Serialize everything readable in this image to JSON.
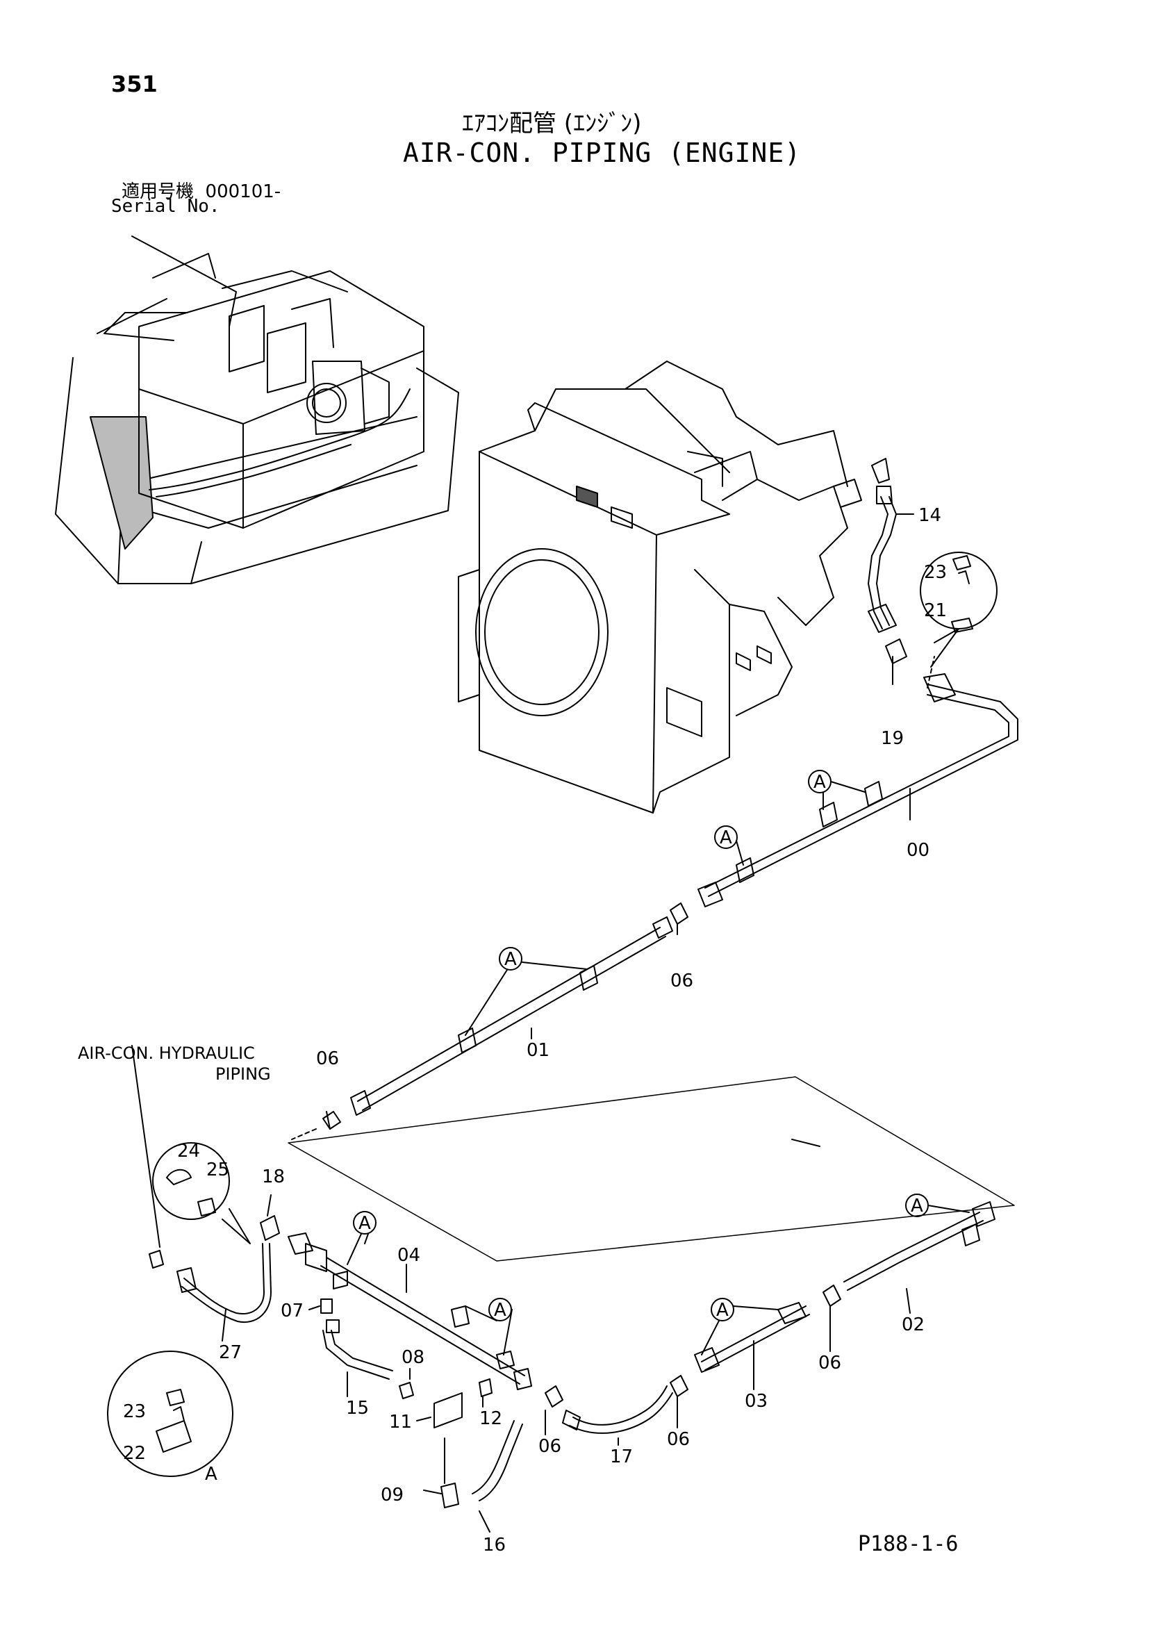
{
  "header": {
    "page_number": "351",
    "title_ja": "ｴｱｺﾝ配管 (ｴﾝｼﾞﾝ)",
    "title_en": "AIR-CON. PIPING (ENGINE)",
    "serial_label_ja": "適用号機",
    "serial_value": "000101-",
    "serial_label_en": "Serial No."
  },
  "reference": {
    "line1": "AIR-CON. HYDRAULIC",
    "line2": "PIPING"
  },
  "detail_marker": "A",
  "footer": {
    "code": "P188-1-6"
  },
  "part_labels": {
    "p14": "14",
    "p23a": "23",
    "p21": "21",
    "p19": "19",
    "p00": "00",
    "p06a": "06",
    "p01": "01",
    "p06b": "06",
    "p24": "24",
    "p25": "25",
    "p18": "18",
    "p04": "04",
    "p07": "07",
    "p27": "27",
    "p08": "08",
    "p15": "15",
    "p11": "11",
    "p12": "12",
    "p06c": "06",
    "p17": "17",
    "p06d": "06",
    "p03": "03",
    "p06e": "06",
    "p02": "02",
    "p23b": "23",
    "p22": "22",
    "p09": "09",
    "p16": "16"
  }
}
